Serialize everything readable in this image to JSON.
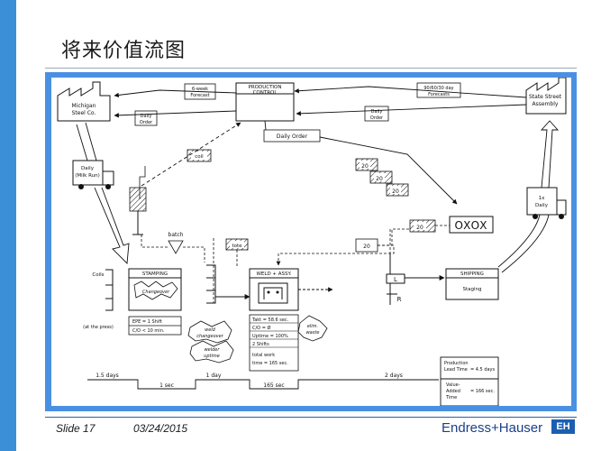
{
  "slide": {
    "title": "将来价值流图",
    "number": "Slide 17",
    "date": "03/24/2015"
  },
  "brand": {
    "name": "Endress+Hauser",
    "logo": "EH"
  },
  "diagram": {
    "supplier": [
      "Michigan",
      "Steel Co."
    ],
    "customer": [
      "State Street",
      "Assembly"
    ],
    "production_control": [
      "PRODUCTION",
      "CONTROL"
    ],
    "forecast_supplier": [
      "6-week",
      "Forecast"
    ],
    "forecast_customer": [
      "90/60/30 day",
      "Forecasts"
    ],
    "daily_order_supplier": [
      "Daily",
      "Order"
    ],
    "daily_order_customer": [
      "Daily",
      "Order"
    ],
    "daily_order_center": "Daily Order",
    "milk_run": [
      "Daily",
      "(Milk Run)"
    ],
    "customer_shipment": [
      "1x",
      "Daily"
    ],
    "coil_kanban": "coil",
    "batch": "batch",
    "tote": "tote",
    "kanban_20_a": "20",
    "kanban_20_b": "20",
    "kanban_20_c": "20",
    "kanban_20_d": "20",
    "kanban_20_e": "20",
    "oxox": "OXOX",
    "coils": "Coils",
    "at_press": "(at the press)",
    "stamping": "STAMPING",
    "changeover": "Changeover",
    "weld": "WELD + ASSY.",
    "shipping": "SHIPPING",
    "staging": "Staging",
    "lane_l": "L",
    "lane_r": "R",
    "stamping_data": [
      "EPE = 1 Shift",
      "C/O < 10 min."
    ],
    "weld_data": [
      "Takt = 58.6 sec.",
      "C/O = Ø",
      "Uptime = 100%",
      "2 Shifts",
      "total work",
      "time = 165 sec."
    ],
    "kaizen_weld_changeover": [
      "weld",
      "changeover"
    ],
    "kaizen_welder_uptime": [
      "welder",
      "uptime"
    ],
    "kaizen_eliminate_waste": [
      "elim.",
      "waste"
    ],
    "timeline_days": [
      "1.5 days",
      "1 day",
      "2 days"
    ],
    "timeline_times": [
      "1 sec",
      "165 sec"
    ],
    "lead_time": {
      "label": [
        "Production",
        "Lead Time"
      ],
      "value": "= 4.5 days"
    },
    "va_time": {
      "label": [
        "Value-",
        "Added",
        "Time"
      ],
      "value": "= 166 sec."
    }
  }
}
